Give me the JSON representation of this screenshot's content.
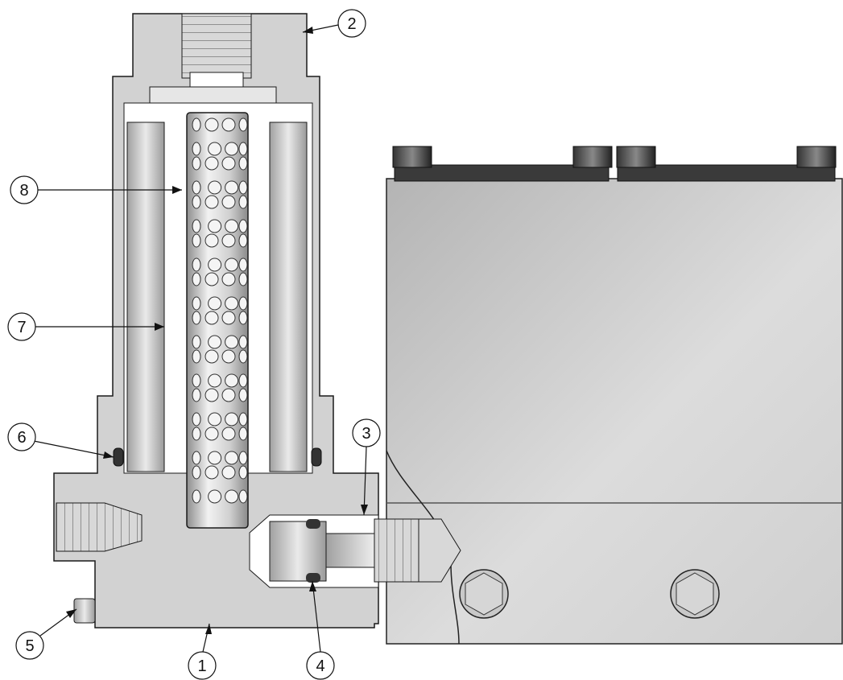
{
  "callouts": [
    {
      "id": "1",
      "label": "1"
    },
    {
      "id": "2",
      "label": "2"
    },
    {
      "id": "3",
      "label": "3"
    },
    {
      "id": "4",
      "label": "4"
    },
    {
      "id": "5",
      "label": "5"
    },
    {
      "id": "6",
      "label": "6"
    },
    {
      "id": "7",
      "label": "7"
    },
    {
      "id": "8",
      "label": "8"
    }
  ],
  "colors": {
    "section_fill": "#d2d2d2",
    "outline": "#1a1a1a",
    "cavity": "#ffffff",
    "metal_dark": "#8a8a8a",
    "metal_light": "#efefef"
  }
}
